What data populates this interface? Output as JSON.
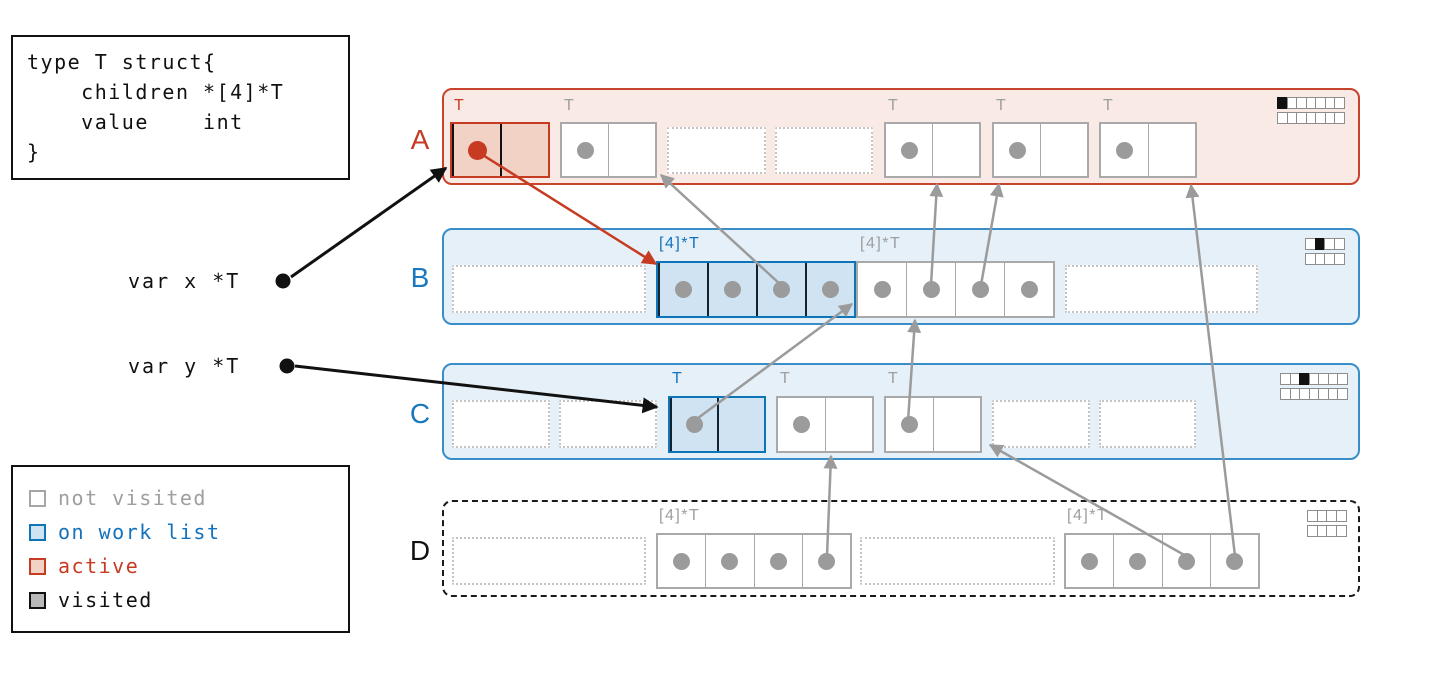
{
  "code_box": {
    "text": "type T struct{\n    children *[4]*T\n    value    int\n}"
  },
  "variables": {
    "x": "var x *T",
    "y": "var y *T"
  },
  "glyphs": {
    "t_label": "T",
    "array_label": "[4]*T"
  },
  "spans": {
    "a": {
      "label": "A",
      "state": "active",
      "bitmap": {
        "cols": 7,
        "rows": 2,
        "filled": [
          0
        ]
      }
    },
    "b": {
      "label": "B",
      "state": "on work list",
      "bitmap": {
        "cols": 4,
        "rows": 2,
        "filled": [
          1
        ]
      }
    },
    "c": {
      "label": "C",
      "state": "on work list",
      "bitmap": {
        "cols": 7,
        "rows": 2,
        "filled": [
          2
        ]
      }
    },
    "d": {
      "label": "D",
      "state": "not visited",
      "bitmap": {
        "cols": 4,
        "rows": 2,
        "filled": []
      }
    }
  },
  "legend": {
    "items": [
      {
        "label": "not visited",
        "color": "#9e9e9e"
      },
      {
        "label": "on work list",
        "color": "#1472bd"
      },
      {
        "label": "active",
        "color": "#c63b22"
      },
      {
        "label": "visited",
        "color": "#111111"
      }
    ]
  },
  "colors": {
    "active_red": "#c63b22",
    "active_fill": "#f3d2c6",
    "span_a_bg": "#faeae5",
    "worklist_blue": "#0e74b8",
    "worklist_fill": "#cfe3f2",
    "span_blue_border": "#3a8ec8",
    "span_blue_bg": "#e6f0f8",
    "gray": "#9b9b9b",
    "black": "#111111"
  },
  "pointers": [
    {
      "from": "var x",
      "to": "A.obj1",
      "color": "black"
    },
    {
      "from": "var y",
      "to": "C.obj1",
      "color": "black"
    },
    {
      "from": "A.obj1.field1",
      "to": "B.obj1",
      "color": "red"
    },
    {
      "from": "B.obj1.slot3",
      "to": "A.obj2",
      "color": "gray"
    },
    {
      "from": "B.obj2.slot2",
      "to": "A.obj3",
      "color": "gray"
    },
    {
      "from": "B.obj2.slot3",
      "to": "A.obj4",
      "color": "gray"
    },
    {
      "from": "C.obj1.field1",
      "to": "B.obj2",
      "color": "gray"
    },
    {
      "from": "C.obj3.field1",
      "to": "B.obj2",
      "color": "gray"
    },
    {
      "from": "D.obj1.slot4",
      "to": "C.obj2",
      "color": "gray"
    },
    {
      "from": "D.obj2.slot3",
      "to": "C.obj3",
      "color": "gray"
    },
    {
      "from": "D.obj2.slot4",
      "to": "A.obj5",
      "color": "gray"
    }
  ]
}
